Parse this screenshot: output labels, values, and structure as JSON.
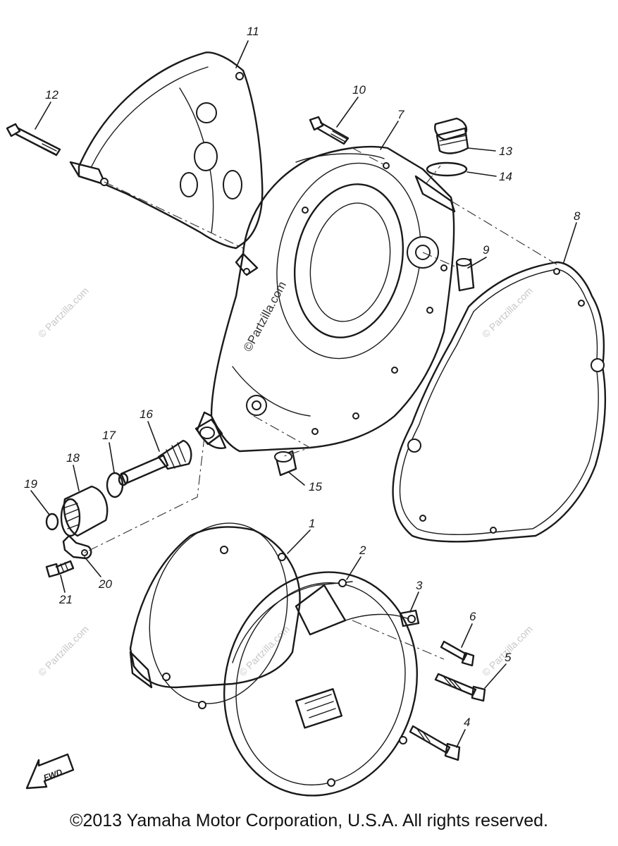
{
  "watermark_center": "©Partzilla.com",
  "watermark_faint": "© Partzilla.com",
  "fwd_label": "FWD",
  "copyright": "©2013 Yamaha Motor Corporation, U.S.A. All rights reserved.",
  "callouts": {
    "c1": "1",
    "c2": "2",
    "c3": "3",
    "c4": "4",
    "c5": "5",
    "c6": "6",
    "c7": "7",
    "c8": "8",
    "c9": "9",
    "c10": "10",
    "c11": "11",
    "c12": "12",
    "c13": "13",
    "c14": "14",
    "c15": "15",
    "c16": "16",
    "c17": "17",
    "c18": "18",
    "c19": "19",
    "c20": "20",
    "c21": "21"
  }
}
